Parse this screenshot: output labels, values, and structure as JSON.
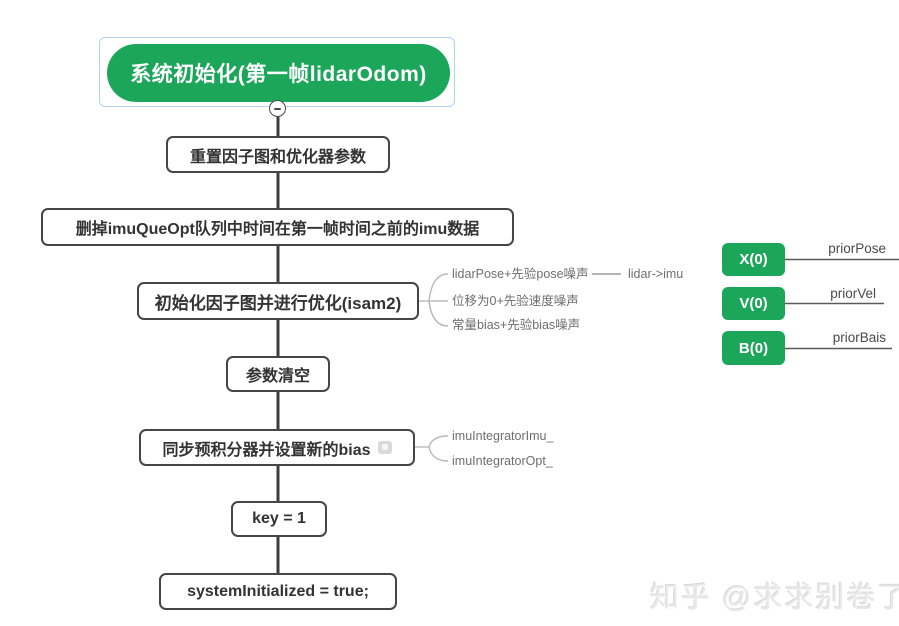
{
  "colors": {
    "node_green": "#1ca65a",
    "selection_blue": "#b5d3f0",
    "box_border": "#464646",
    "spine_line": "#3e3e3e",
    "branch_line": "#b8b8b8",
    "branch_text": "#6e6e6e",
    "underline": "#5a5a5a"
  },
  "icons": {
    "collapse": "minus-icon",
    "note": "note-icon"
  },
  "root": {
    "label": "系统初始化(第一帧lidarOdom)"
  },
  "steps": [
    "重置因子图和优化器参数",
    "删掉imuQueOpt队列中时间在第一帧时间之前的imu数据",
    "初始化因子图并进行优化(isam2)",
    "参数清空",
    "同步预积分器并设置新的bias",
    "key = 1",
    "systemInitialized = true;"
  ],
  "isam2_branches": {
    "pose": "lidarPose+先验pose噪声",
    "pose_link": "lidar->imu",
    "velocity": "位移为0+先验速度噪声",
    "bias": "常量bias+先验bias噪声"
  },
  "integrator_branches": {
    "imu": "imuIntegratorImu_",
    "opt": "imuIntegratorOpt_"
  },
  "factor_nodes": [
    {
      "label": "X(0)",
      "caption": "priorPose"
    },
    {
      "label": "V(0)",
      "caption": "priorVel"
    },
    {
      "label": "B(0)",
      "caption": "priorBais"
    }
  ],
  "watermark": "知乎 @求求别卷了"
}
